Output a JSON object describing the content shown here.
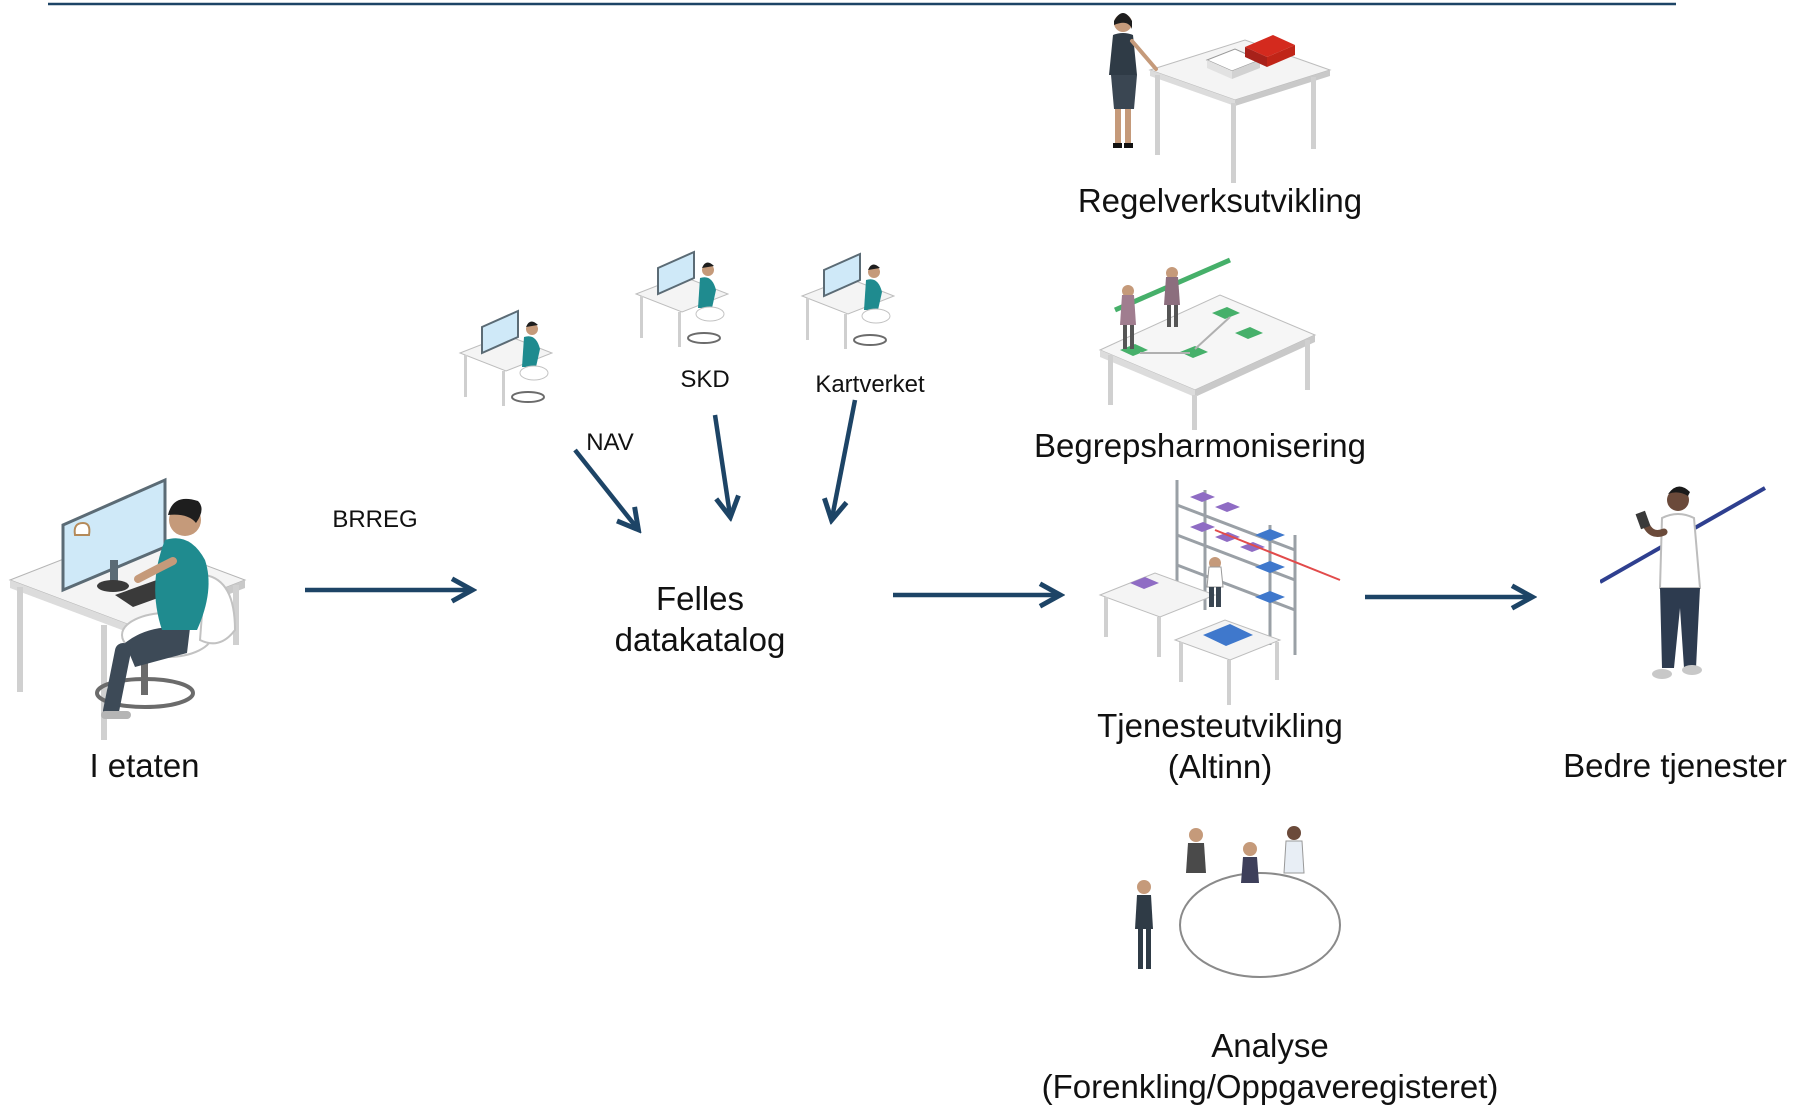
{
  "colors": {
    "arrow": "#1d4466",
    "top_rule": "#1d4466",
    "accent_red": "#d42a1e",
    "accent_green": "#46b06a",
    "accent_purple": "#8f6cc4",
    "accent_blue": "#3f78cc",
    "monitor": "#cfe9f8",
    "shirt": "#1f8b8f"
  },
  "source": {
    "label": "I etaten",
    "icon": "office-worker-desk-icon"
  },
  "feed_label": "BRREG",
  "hub": {
    "line1": "Felles",
    "line2": "datakatalog"
  },
  "contributors": [
    {
      "label": "NAV",
      "icon": "workstation-icon"
    },
    {
      "label": "SKD",
      "icon": "workstation-icon"
    },
    {
      "label": "Kartverket",
      "icon": "workstation-icon"
    }
  ],
  "uses": [
    {
      "line1": "Regelverksutvikling",
      "line2": "",
      "icon": "law-desk-icon"
    },
    {
      "line1": "Begrepsharmonisering",
      "line2": "",
      "icon": "concept-board-icon"
    },
    {
      "line1": "Tjenesteutvikling",
      "line2": "(Altinn)",
      "icon": "service-warehouse-icon"
    },
    {
      "line1": "Analyse",
      "line2": "(Forenkling/Oppgaveregisteret)",
      "icon": "meeting-table-icon"
    }
  ],
  "outcome": {
    "label": "Bedre tjenester",
    "icon": "mobile-user-icon"
  }
}
